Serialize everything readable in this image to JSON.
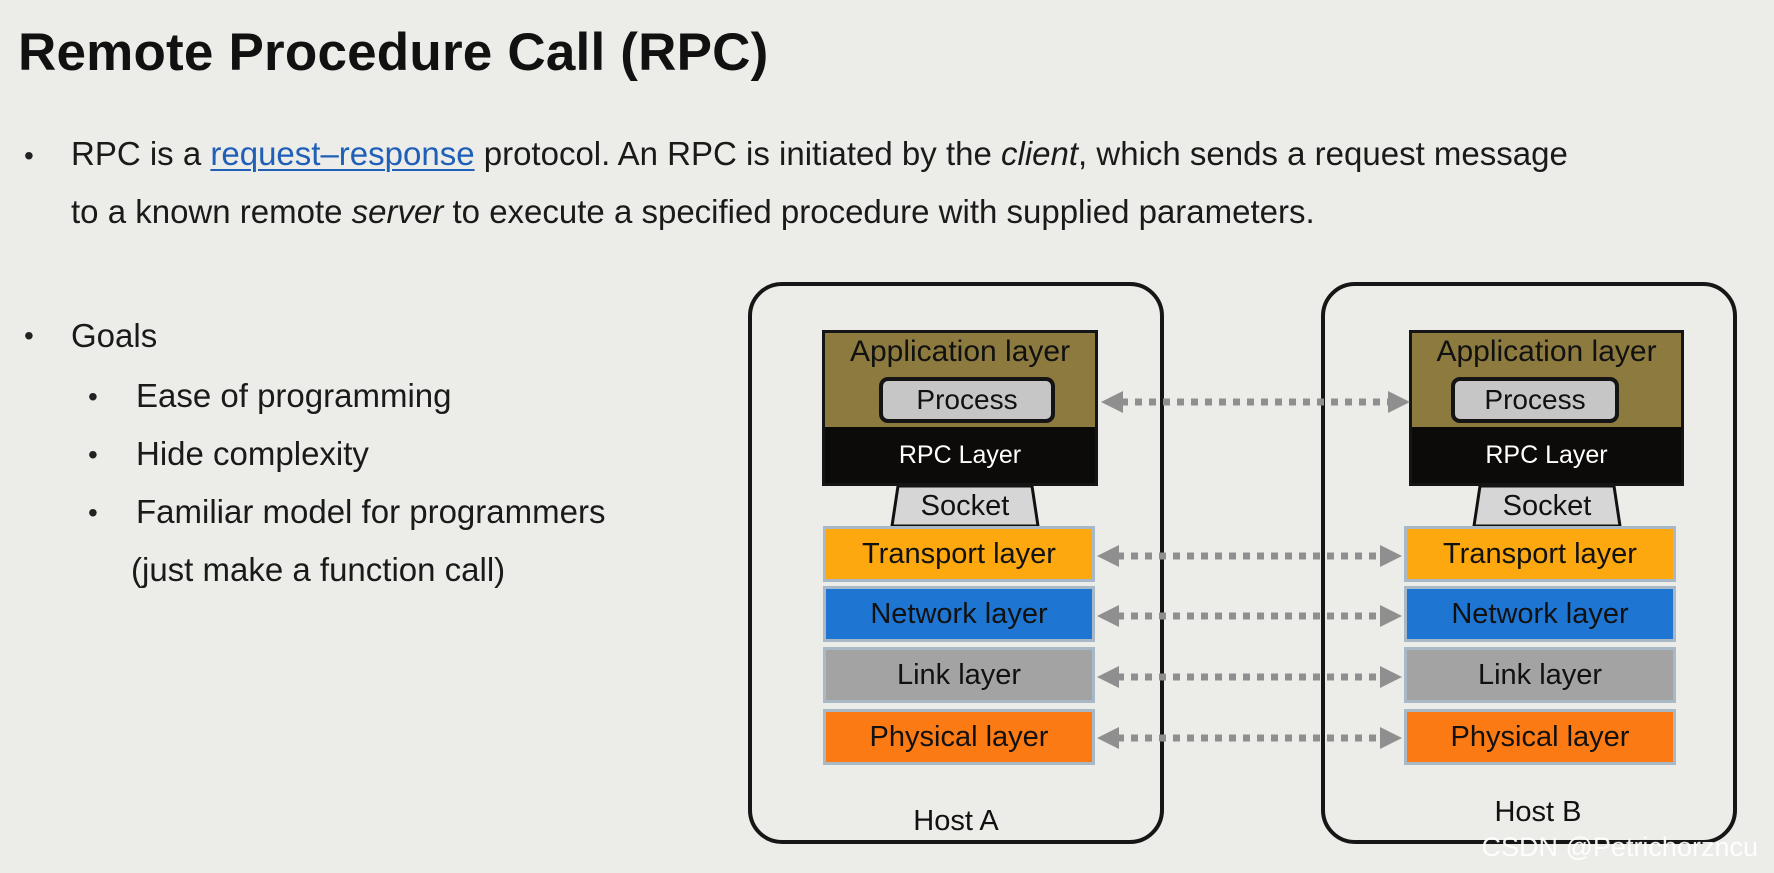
{
  "slide": {
    "title": "Remote Procedure Call (RPC)",
    "bullet_char": "•",
    "intro": {
      "part1": "RPC is a ",
      "link": "request–response",
      "part2": " protocol. An RPC is initiated by the ",
      "client": "client",
      "part3": ", which sends a request message",
      "line2_part1": "to a known remote ",
      "server": "server",
      "line2_part2": " to execute a specified procedure with supplied parameters."
    },
    "goals": {
      "heading": "Goals",
      "items": [
        "Ease of programming",
        "Hide complexity",
        "Familiar model for programmers"
      ],
      "continuation": "(just make a function call)"
    }
  },
  "diagram": {
    "hosts": [
      {
        "label": "Host A",
        "application_layer": "Application layer",
        "process": "Process",
        "rpc_layer": "RPC Layer",
        "socket": "Socket",
        "layers": [
          {
            "label": "Transport layer",
            "color": "#fca80e"
          },
          {
            "label": "Network layer",
            "color": "#1f76d2"
          },
          {
            "label": "Link layer",
            "color": "#a3a3a3"
          },
          {
            "label": "Physical layer",
            "color": "#fb7a14"
          }
        ]
      },
      {
        "label": "Host B",
        "application_layer": "Application layer",
        "process": "Process",
        "rpc_layer": "RPC Layer",
        "socket": "Socket",
        "layers": [
          {
            "label": "Transport layer",
            "color": "#fca80e"
          },
          {
            "label": "Network layer",
            "color": "#1f76d2"
          },
          {
            "label": "Link layer",
            "color": "#a3a3a3"
          },
          {
            "label": "Physical layer",
            "color": "#fb7a14"
          }
        ]
      }
    ],
    "arrow_color": "#8f8f8f"
  },
  "watermark": "CSDN @Petrichorzncu"
}
